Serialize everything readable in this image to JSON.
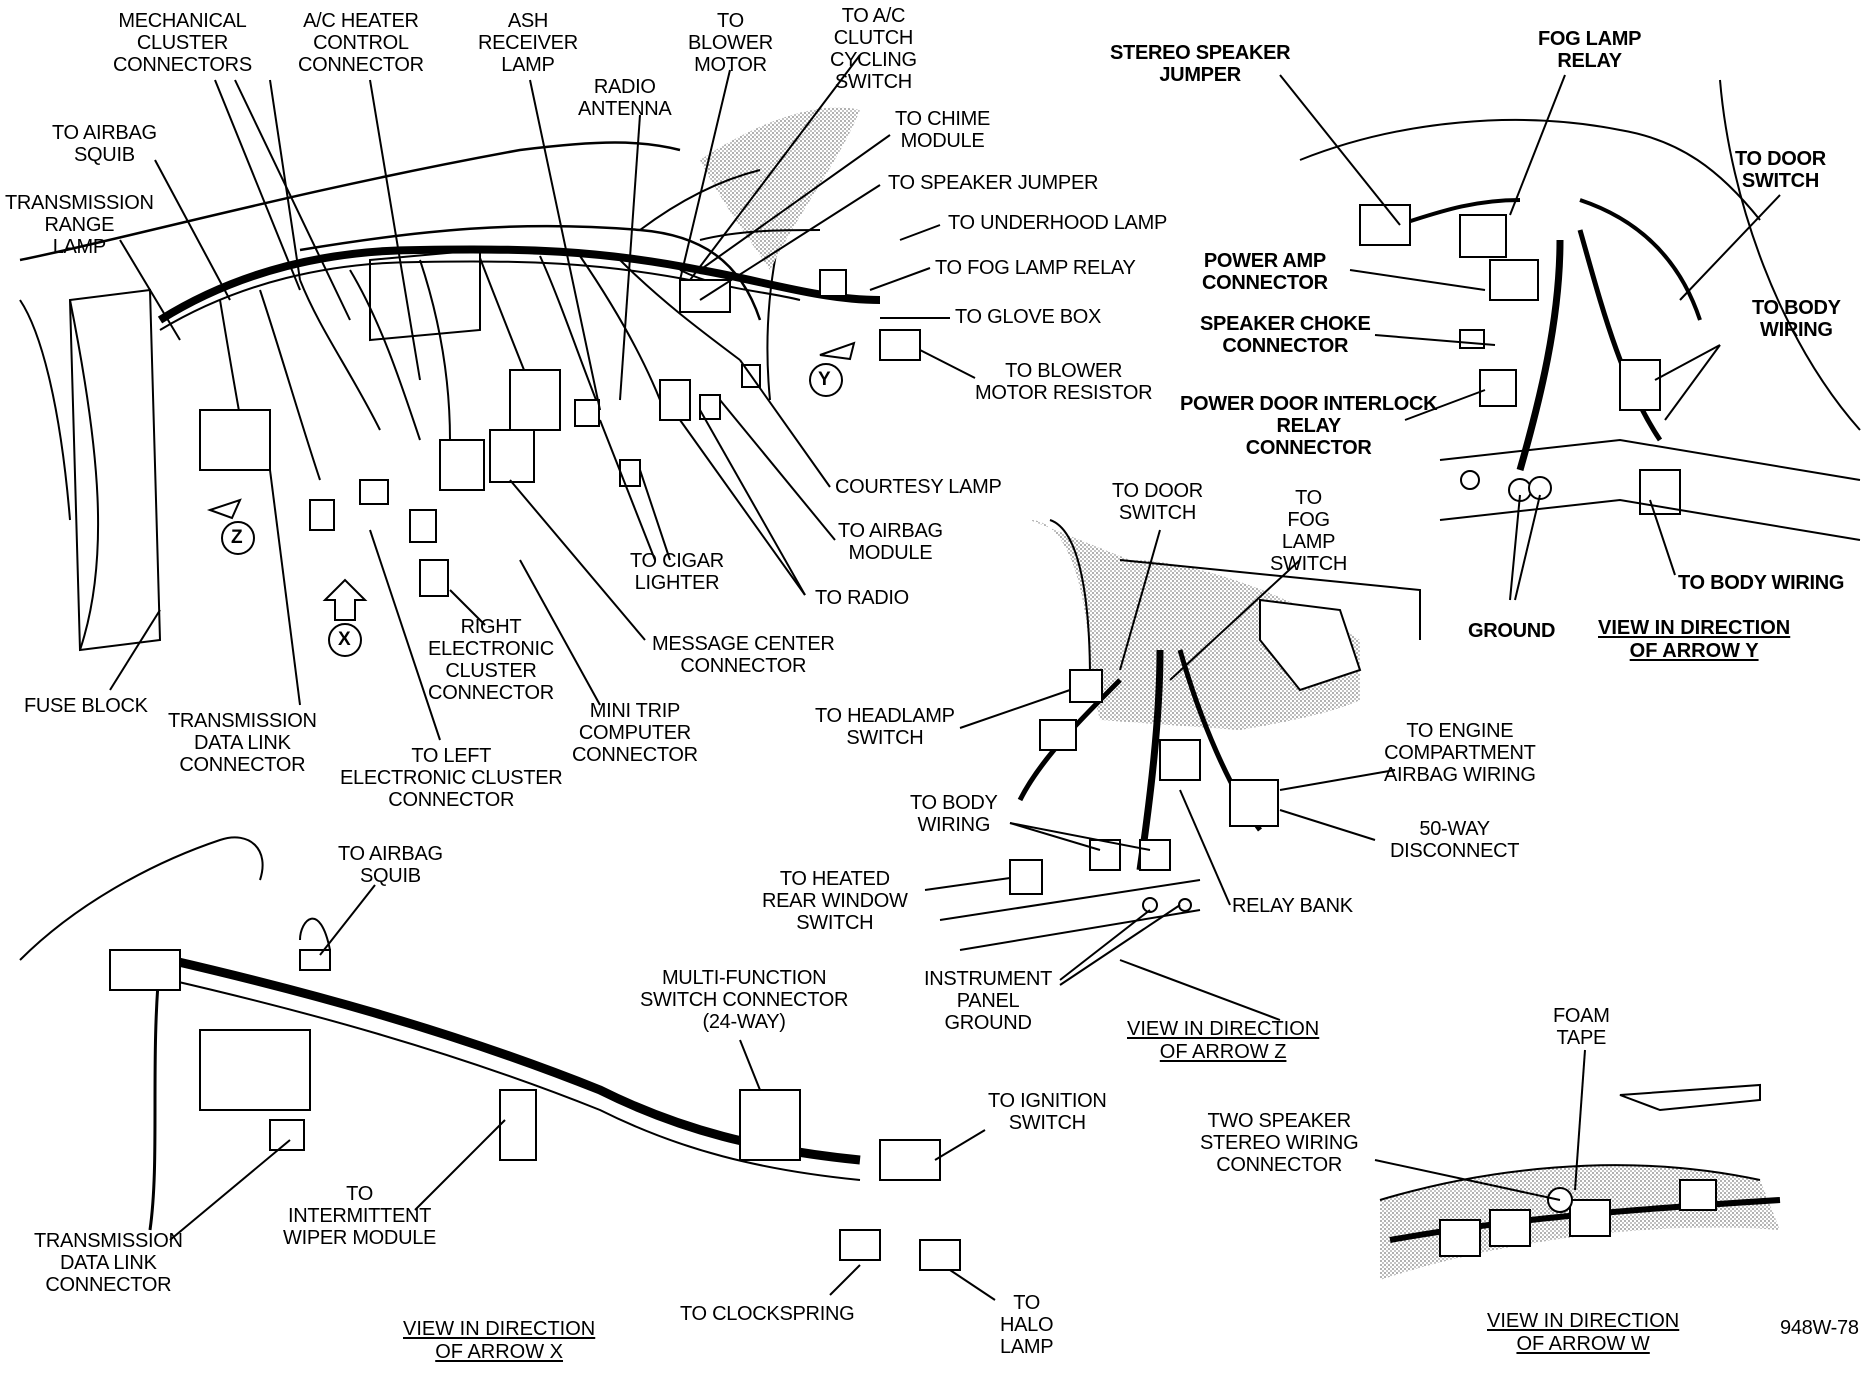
{
  "colors": {
    "ink": "#000000",
    "stipple": "#d9d9d9",
    "paper": "#ffffff"
  },
  "main_view": {
    "labels": [
      "MECHANICAL\nCLUSTER\nCONNECTORS",
      "A/C HEATER\nCONTROL\nCONNECTOR",
      "ASH\nRECEIVER\nLAMP",
      "TO\nBLOWER\nMOTOR",
      "TO A/C\nCLUTCH\nCYCLING\nSWITCH",
      "RADIO\nANTENNA",
      "TO CHIME\nMODULE",
      "TO SPEAKER JUMPER",
      "TO UNDERHOOD LAMP",
      "TO FOG LAMP RELAY",
      "TO GLOVE BOX",
      "TO BLOWER\nMOTOR RESISTOR",
      "TO AIRBAG\nSQUIB",
      "TRANSMISSION\nRANGE\nLAMP",
      "COURTESY LAMP",
      "TO AIRBAG\nMODULE",
      "TO CIGAR\nLIGHTER",
      "TO RADIO",
      "RIGHT\nELECTRONIC\nCLUSTER\nCONNECTOR",
      "MESSAGE CENTER\nCONNECTOR",
      "FUSE BLOCK",
      "TRANSMISSION\nDATA LINK\nCONNECTOR",
      "TO LEFT\nELECTRONIC CLUSTER\nCONNECTOR",
      "MINI TRIP\nCOMPUTER\nCONNECTOR"
    ],
    "arrow_letters": [
      "Y",
      "Z",
      "X"
    ]
  },
  "view_y": {
    "labels": [
      "STEREO SPEAKER\nJUMPER",
      "FOG LAMP\nRELAY",
      "TO DOOR\nSWITCH",
      "POWER AMP\nCONNECTOR",
      "SPEAKER CHOKE\nCONNECTOR",
      "TO BODY\nWIRING",
      "POWER DOOR INTERLOCK\nRELAY\nCONNECTOR",
      "GROUND",
      "TO BODY WIRING"
    ],
    "title": "VIEW IN DIRECTION\nOF ARROW Y"
  },
  "view_z": {
    "labels": [
      "TO DOOR\nSWITCH",
      "TO\nFOG\nLAMP\nSWITCH",
      "TO HEADLAMP\nSWITCH",
      "TO ENGINE\nCOMPARTMENT\nAIRBAG WIRING",
      "TO BODY\nWIRING",
      "50-WAY\nDISCONNECT",
      "TO HEATED\nREAR WINDOW\nSWITCH",
      "RELAY BANK",
      "INSTRUMENT\nPANEL\nGROUND"
    ],
    "title": "VIEW IN DIRECTION\nOF ARROW Z"
  },
  "view_x": {
    "labels": [
      "TO AIRBAG\nSQUIB",
      "MULTI-FUNCTION\nSWITCH CONNECTOR\n(24-WAY)",
      "TO IGNITION\nSWITCH",
      "TO\nINTERMITTENT\nWIPER MODULE",
      "TRANSMISSION\nDATA LINK\nCONNECTOR",
      "TO CLOCKSPRING",
      "TO\nHALO\nLAMP"
    ],
    "title": "VIEW IN DIRECTION\nOF ARROW X"
  },
  "view_w": {
    "labels": [
      "FOAM\nTAPE",
      "TWO SPEAKER\nSTEREO WIRING\nCONNECTOR"
    ],
    "title": "VIEW IN DIRECTION\nOF ARROW W"
  },
  "figure_id": "948W-78"
}
